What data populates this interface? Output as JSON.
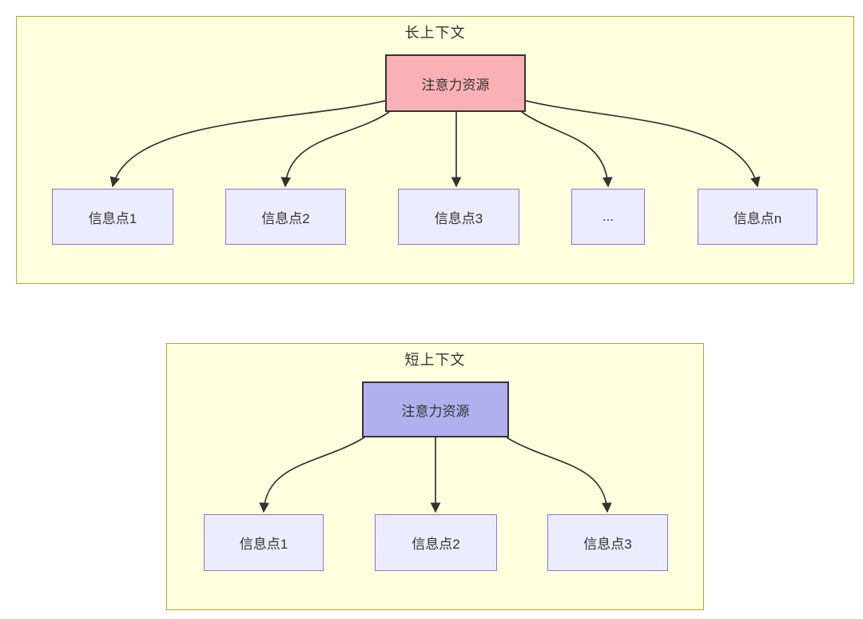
{
  "diagram": {
    "background": "#ffffff",
    "edge_color": "#333333",
    "cluster_style": {
      "fill": "#ffffde",
      "stroke": "#aaaa33"
    },
    "info_node_style": {
      "fill": "#ECECFF",
      "stroke": "#9370DB",
      "text": "#333333"
    },
    "sections": [
      {
        "title": "长上下文",
        "attention": {
          "label": "注意力资源",
          "fill": "#f9b1b6",
          "stroke": "#333333"
        },
        "items": [
          {
            "label": "信息点1"
          },
          {
            "label": "信息点2"
          },
          {
            "label": "信息点3"
          },
          {
            "label": "..."
          },
          {
            "label": "信息点n"
          }
        ]
      },
      {
        "title": "短上下文",
        "attention": {
          "label": "注意力资源",
          "fill": "#b0b0ee",
          "stroke": "#333333"
        },
        "items": [
          {
            "label": "信息点1"
          },
          {
            "label": "信息点2"
          },
          {
            "label": "信息点3"
          }
        ]
      }
    ]
  }
}
